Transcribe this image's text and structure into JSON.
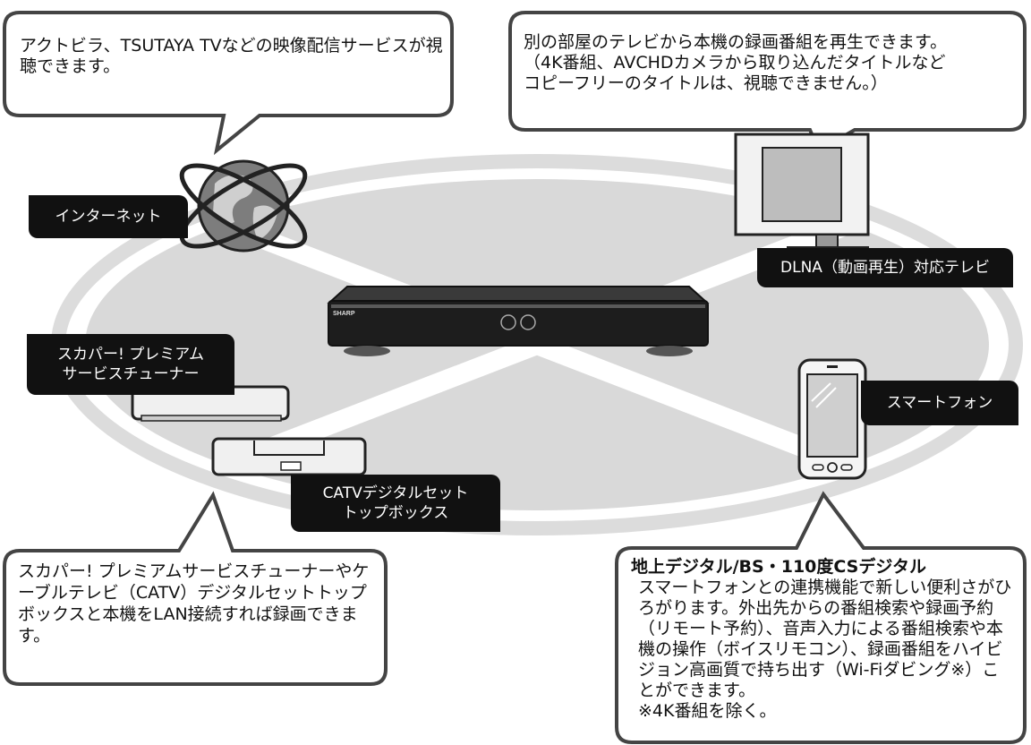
{
  "bubbles": {
    "internet": "アクトビラ、TSUTAYA TVなどの映像配信サービスが視聴できます。",
    "tv": "別の部屋のテレビから本機の録画番組を再生できます。\n（4K番組、AVCHDカメラから取り込んだタイトルなど\nコピーフリーのタイトルは、視聴できません。）",
    "tuner": "スカパー! プレミアムサービスチューナーやケーブルテレビ（CATV）デジタルセットトップボックスと本機をLAN接続すれば録画できます。",
    "phone": {
      "heading": "地上デジタル/BS・110度CSデジタル",
      "body": "スマートフォンとの連携機能で新しい便利さがひろがります。外出先からの番組検索や録画予約（リモート予約）、音声入力による番組検索や本機の操作（ボイスリモコン）、録画番組をハイビジョン高画質で持ち出す（Wi-Fiダビング※）ことができます。",
      "note": "※4K番組を除く。"
    }
  },
  "labels": {
    "internet": "インターネット",
    "tv": "DLNA（動画再生）対応テレビ",
    "skyperfec": "スカパー! プレミアム\nサービスチューナー",
    "catv": "CATVデジタルセット\nトップボックス",
    "smartphone": "スマートフォン"
  },
  "device": {
    "brand": "SHARP"
  },
  "colors": {
    "ellipse": "#d9d9d9",
    "label_bg": "#111111",
    "bubble_border": "#444444"
  }
}
